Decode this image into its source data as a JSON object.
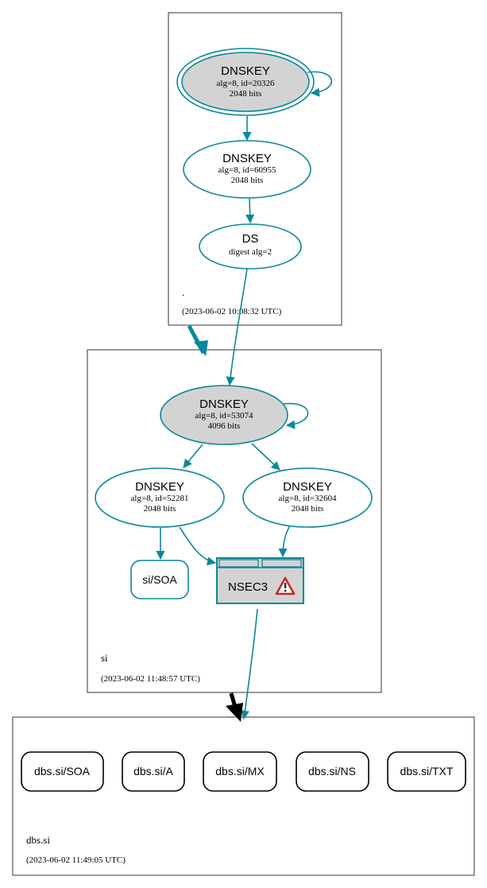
{
  "colors": {
    "edge": "#0a879a",
    "node_fill_gray": "#d3d3d3",
    "box_stroke": "#000000",
    "warning_red": "#c62828",
    "delegation_black": "#000000"
  },
  "zones": {
    "root": {
      "name": ".",
      "timestamp": "(2023-06-02 10:08:32 UTC)"
    },
    "si": {
      "name": "si",
      "timestamp": "(2023-06-02 11:48:57 UTC)"
    },
    "dbs_si": {
      "name": "dbs.si",
      "timestamp": "(2023-06-02 11:49:05 UTC)"
    }
  },
  "nodes": {
    "root_ksk": {
      "type": "DNSKEY",
      "line1": "alg=8, id=20326",
      "line2": "2048 bits"
    },
    "root_zsk": {
      "type": "DNSKEY",
      "line1": "alg=8, id=60955",
      "line2": "2048 bits"
    },
    "root_ds": {
      "type": "DS",
      "line1": "digest alg=2"
    },
    "si_ksk": {
      "type": "DNSKEY",
      "line1": "alg=8, id=53074",
      "line2": "4096 bits"
    },
    "si_zsk1": {
      "type": "DNSKEY",
      "line1": "alg=8, id=52281",
      "line2": "2048 bits"
    },
    "si_zsk2": {
      "type": "DNSKEY",
      "line1": "alg=8, id=32604",
      "line2": "2048 bits"
    },
    "si_soa": {
      "label": "si/SOA"
    },
    "nsec3": {
      "label": "NSEC3",
      "icon": "warning-icon"
    }
  },
  "records": [
    "dbs.si/SOA",
    "dbs.si/A",
    "dbs.si/MX",
    "dbs.si/NS",
    "dbs.si/TXT"
  ]
}
